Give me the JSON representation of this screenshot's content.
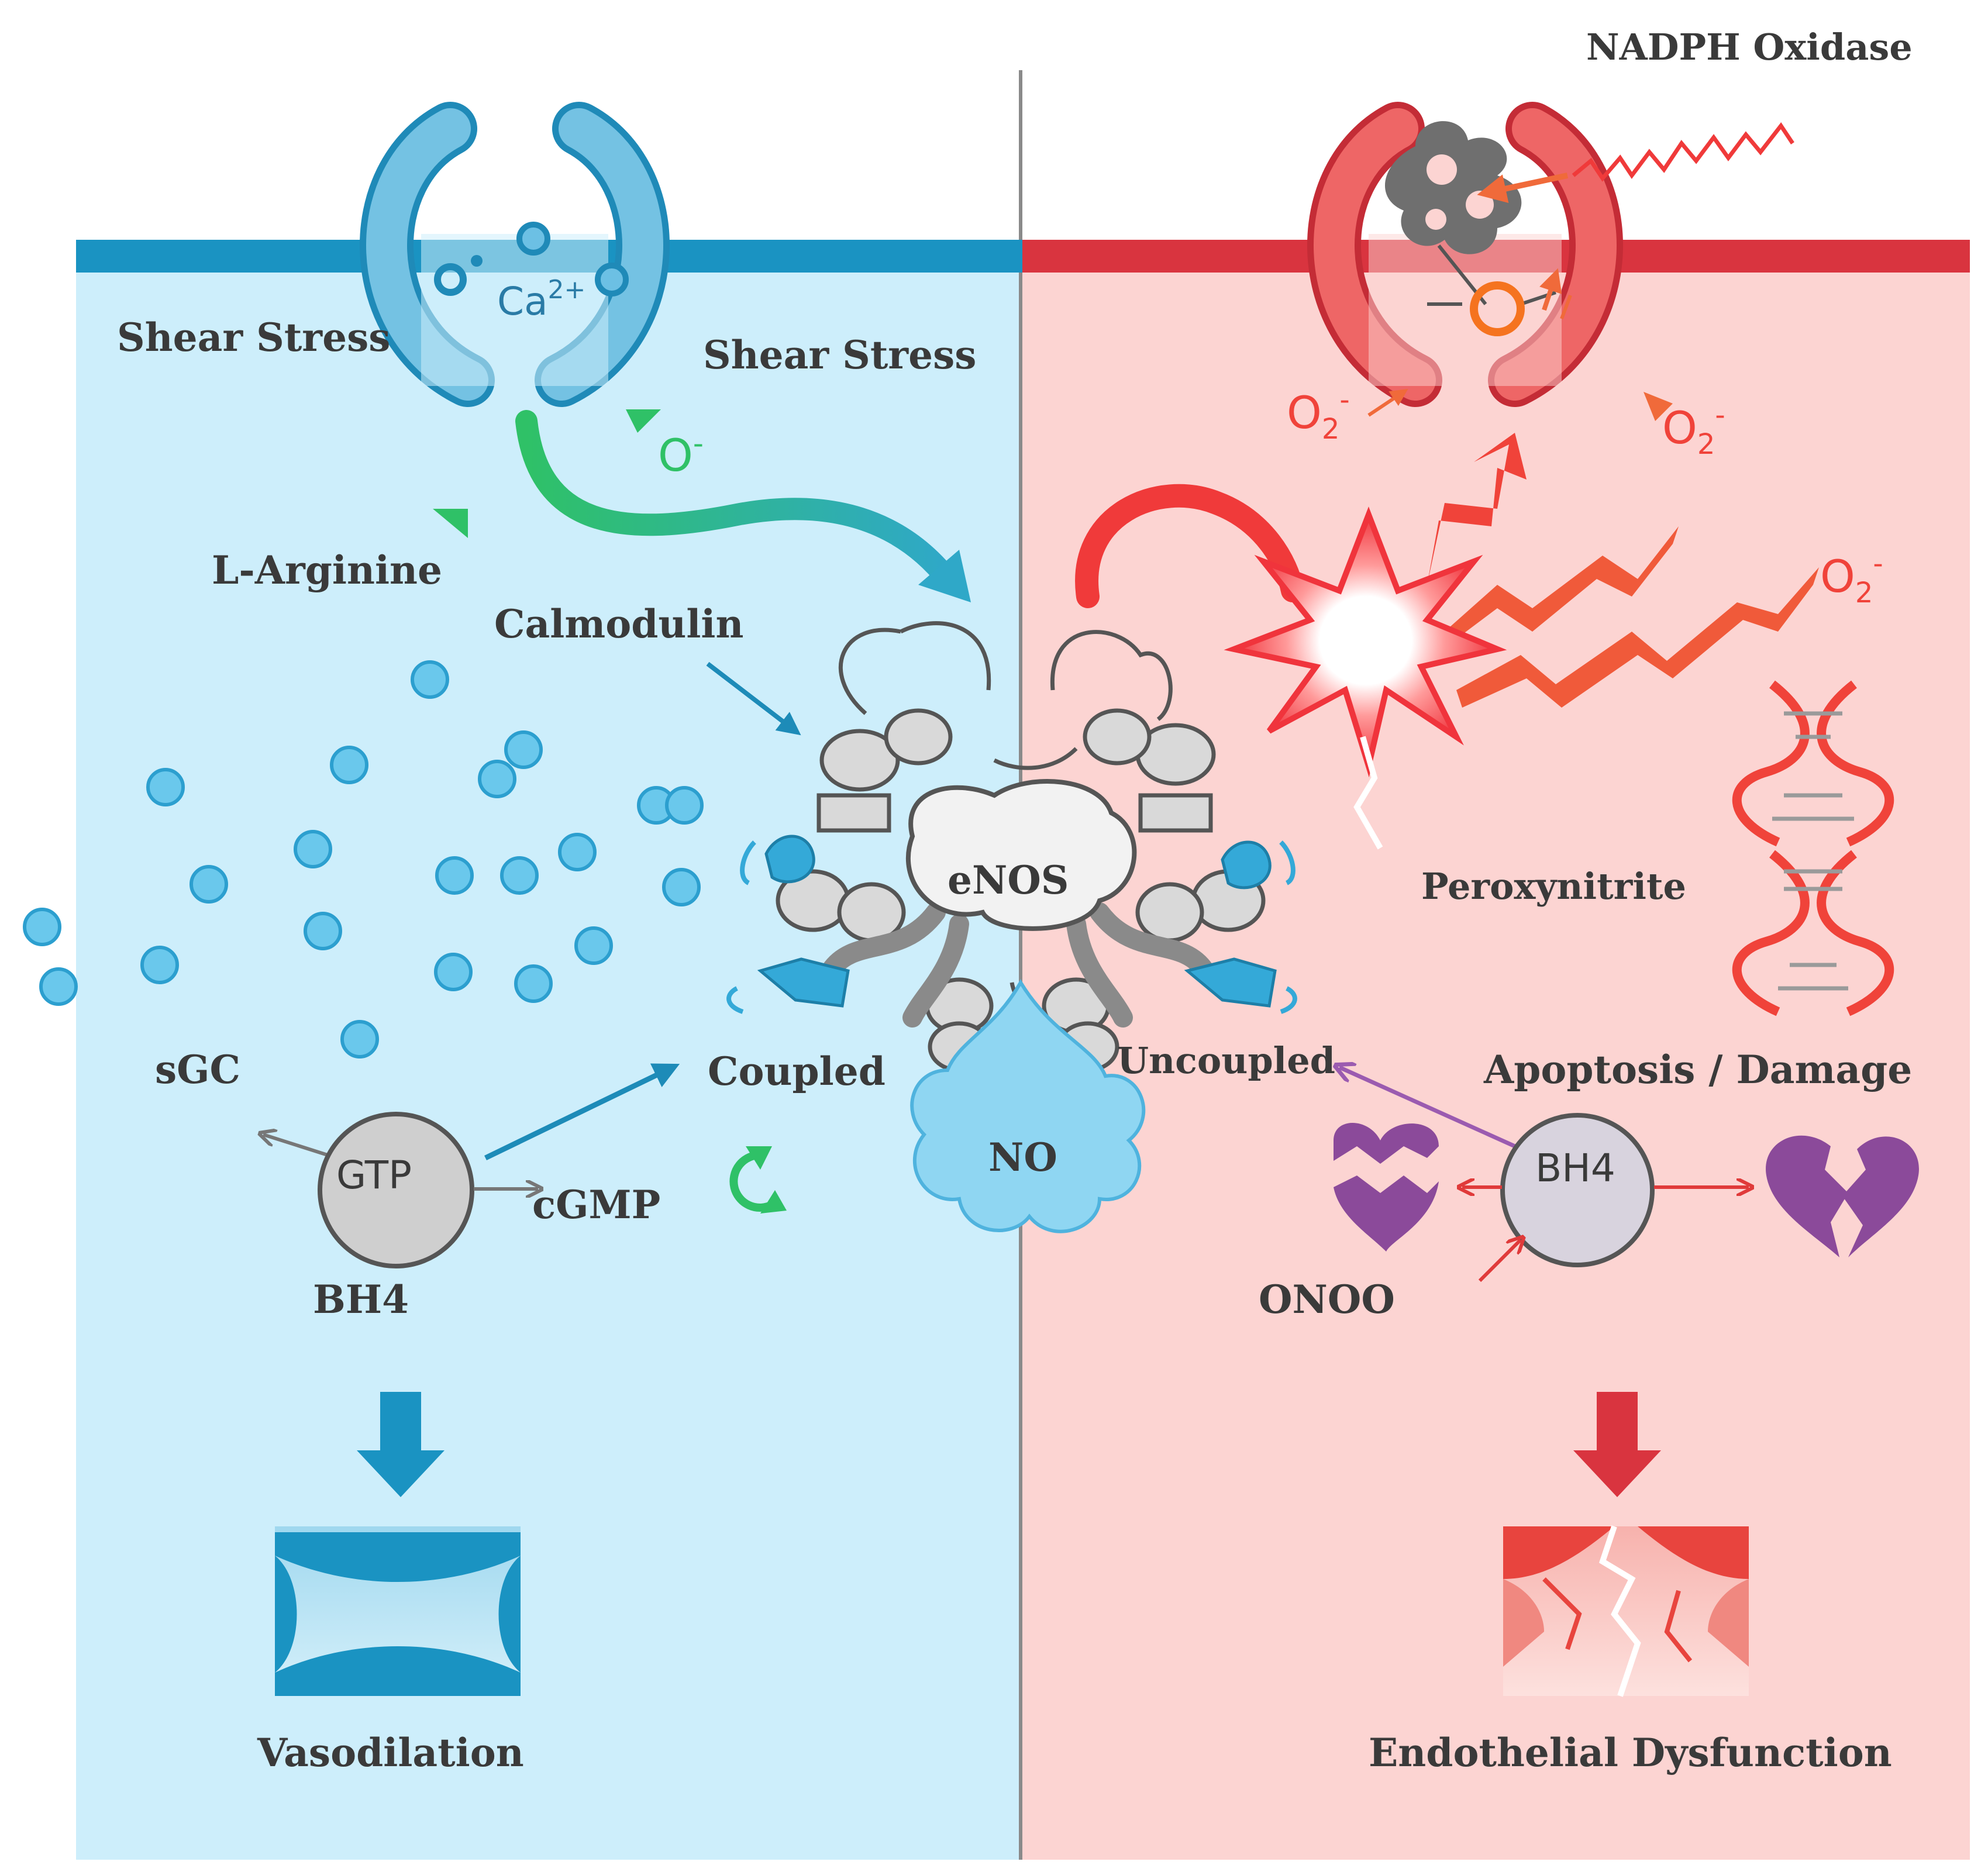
{
  "labels": {
    "nadph_oxidase": "NADPH Oxidase",
    "shear_stress_left": "Shear Stress",
    "shear_stress_right": "Shear Stress",
    "calcium": "Ca",
    "calcium_charge": "2+",
    "o_minus": "O",
    "o_minus_charge": "-",
    "l_arginine": "L-Arginine",
    "calmodulin": "Calmodulin",
    "enos": "eNOS",
    "coupled": "Coupled",
    "uncoupled": "Uncoupled",
    "sgc": "sGC",
    "gtp": "GTP",
    "cgmp": "cGMP",
    "bh4_left": "BH4",
    "no": "NO",
    "vasodilation": "Vasodilation",
    "peroxynitrite": "Peroxynitrite",
    "apoptosis_damage": "Apoptosis / Damage",
    "bh4_right": "BH4",
    "onoo": "ONOO",
    "endothelial_dysfunction": "Endothelial Dysfunction",
    "o2_a": "O",
    "o2_b": "O",
    "o2_c": "O",
    "o2_sub": "2",
    "o2_charge": "-"
  },
  "colors": {
    "left_bg": "#cdeefb",
    "right_bg": "#fcd4d2",
    "left_membrane": "#1a93c2",
    "right_membrane": "#d9343f",
    "left_channel": "#5fb3d8",
    "right_channel": "#e85454",
    "accent_green": "#2fc167",
    "accent_purple": "#8b4a9a",
    "text_dark": "#3a3a3a"
  }
}
